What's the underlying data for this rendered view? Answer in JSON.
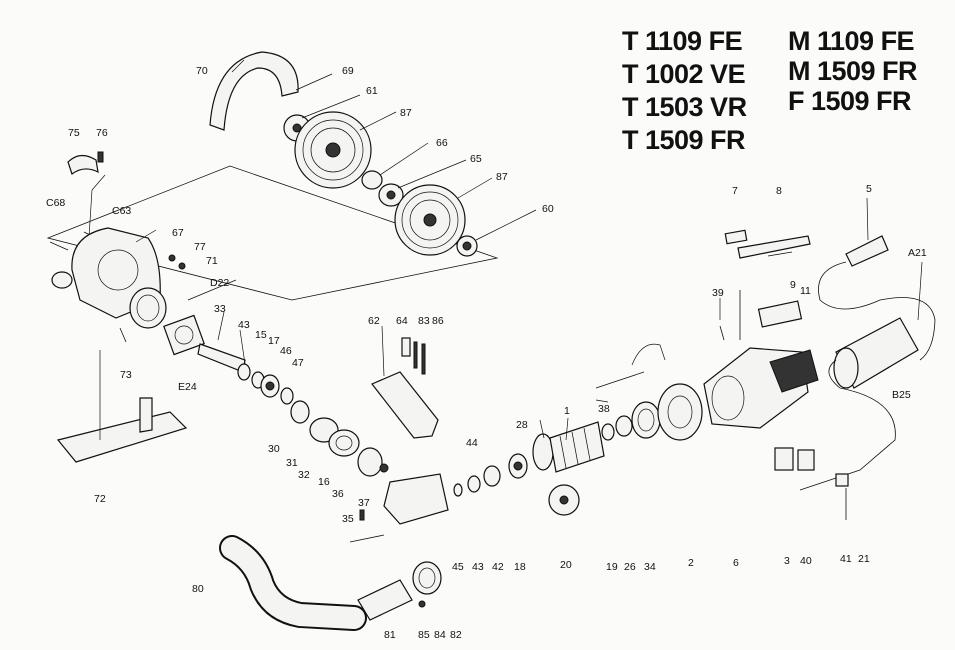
{
  "models": {
    "col1": [
      "T 1109 FE",
      "T 1002 VE",
      "T 1503 VR",
      "T 1509 FR"
    ],
    "col2": [
      "M 1109 FE",
      "M 1509 FR",
      "F 1509 FR"
    ]
  },
  "callouts": [
    "70",
    "69",
    "61",
    "87",
    "66",
    "65",
    "87",
    "60",
    "75",
    "76",
    "C68",
    "C63",
    "67",
    "77",
    "71",
    "D22",
    "33",
    "43",
    "15",
    "17",
    "46",
    "47",
    "E24",
    "73",
    "72",
    "30",
    "31",
    "32",
    "16",
    "36",
    "37",
    "35",
    "62",
    "64",
    "83",
    "86",
    "44",
    "28",
    "1",
    "45",
    "43",
    "42",
    "18",
    "20",
    "19",
    "26",
    "34",
    "2",
    "6",
    "38",
    "39",
    "7",
    "8",
    "9",
    "11",
    "5",
    "A21",
    "B25",
    "3",
    "40",
    "41",
    "21",
    "80",
    "81",
    "85",
    "84",
    "82"
  ]
}
